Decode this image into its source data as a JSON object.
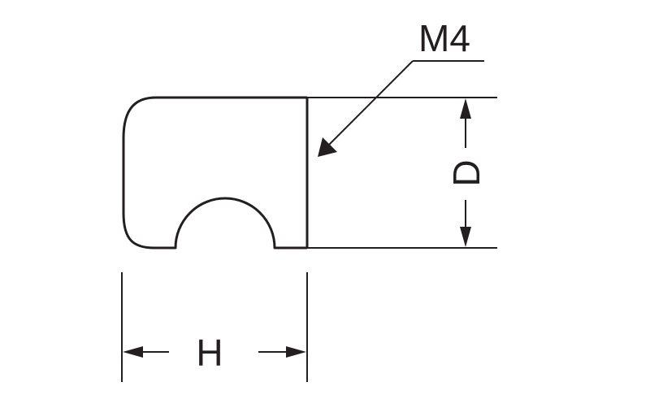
{
  "labels": {
    "thread": "M4",
    "height_dim": "H",
    "diameter_dim": "D"
  },
  "colors": {
    "line": "#231f20",
    "background": "#ffffff"
  }
}
